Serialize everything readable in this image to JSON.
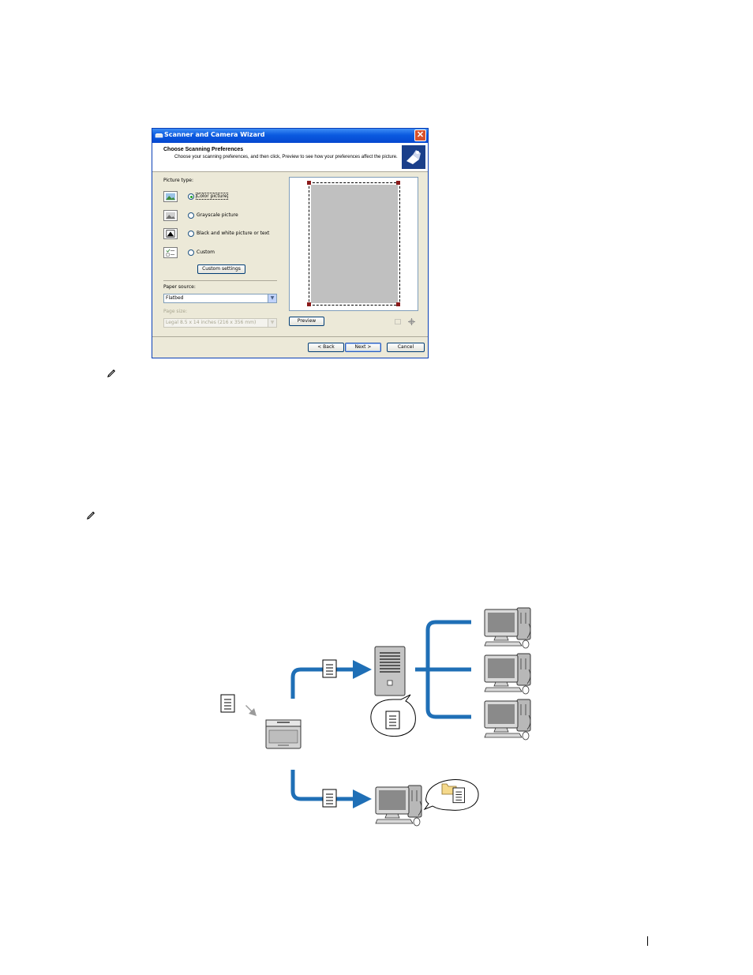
{
  "wizard": {
    "title": "Scanner and Camera Wizard",
    "close_symbol": "✕",
    "header_title": "Choose Scanning Preferences",
    "header_desc": "Choose your scanning preferences, and then click, Preview to see how your preferences affect the picture.",
    "picture_type_label": "Picture type:",
    "options": [
      {
        "label": "Color picture",
        "icon": "color-picture-icon",
        "selected": true
      },
      {
        "label": "Grayscale picture",
        "icon": "grayscale-picture-icon",
        "selected": false
      },
      {
        "label": "Black and white picture or text",
        "icon": "bw-picture-icon",
        "selected": false
      },
      {
        "label": "Custom",
        "icon": "custom-icon",
        "selected": false
      }
    ],
    "custom_settings": "Custom settings",
    "paper_source_label": "Paper source:",
    "paper_source_value": "Flatbed",
    "page_size_label": "Page size:",
    "page_size_value": "Legal 8.5 x 14 inches (216 x 356 mm)",
    "preview_button": "Preview",
    "back_button": "< Back",
    "next_button": "Next >",
    "cancel_button": "Cancel"
  },
  "colors": {
    "flow_arrow": "#1f6fb6",
    "title_bar": "#0a5ae0"
  }
}
